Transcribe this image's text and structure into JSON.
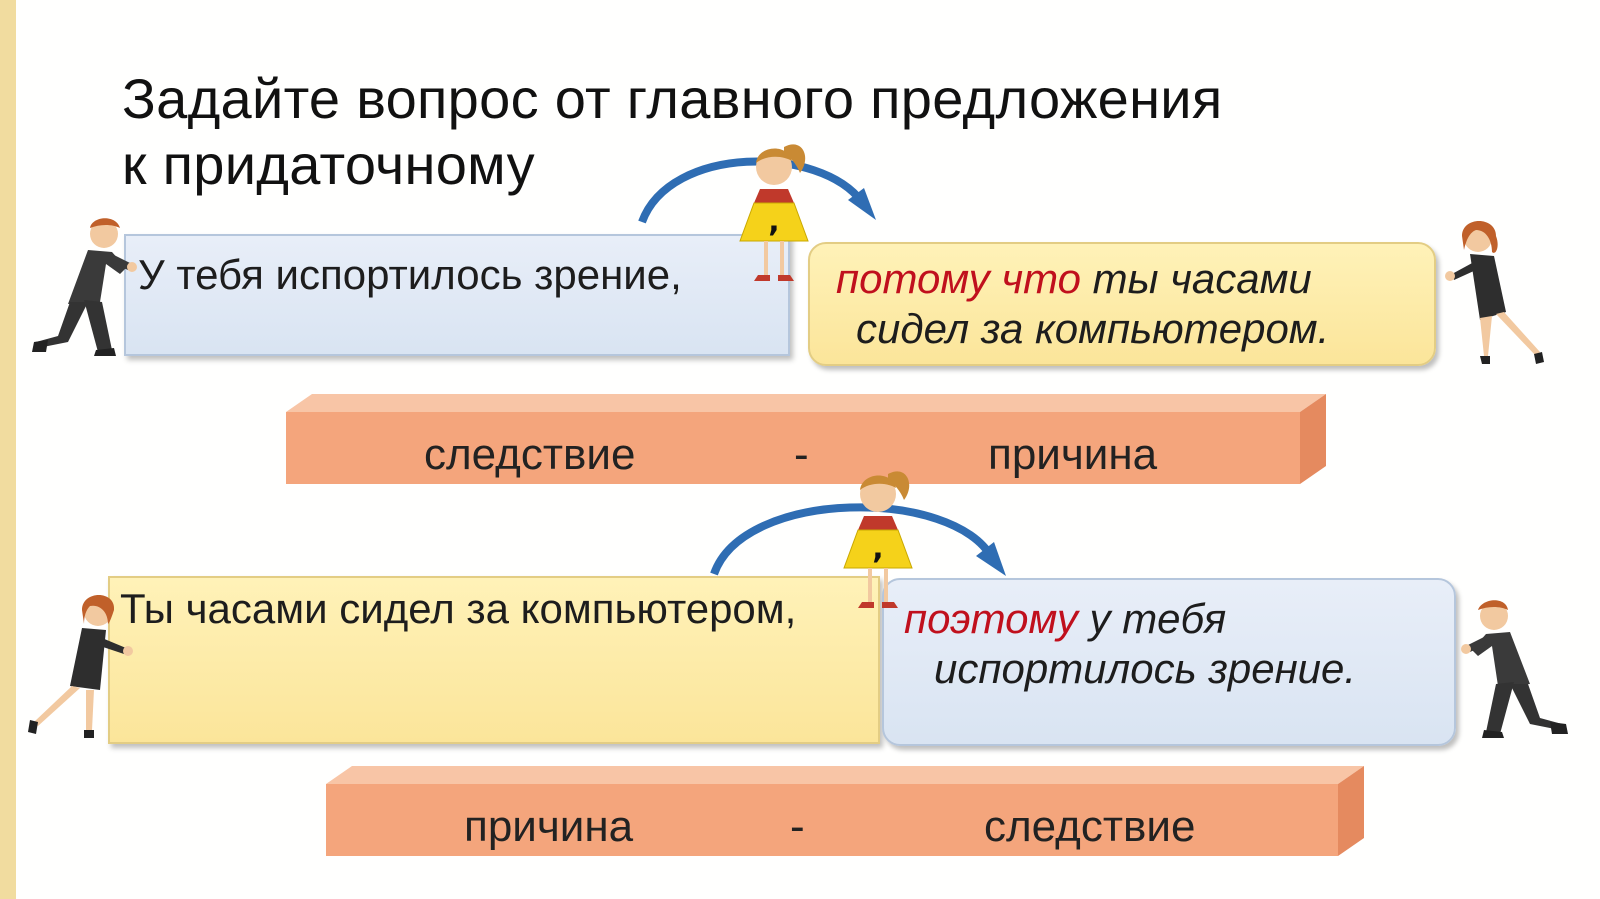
{
  "title": {
    "line1": "Задайте вопрос от главного предложения",
    "line2": "к придаточному"
  },
  "example1": {
    "main_clause": "У тебя испортилось зрение,",
    "conjunction": "потому что",
    "sub_rest_line1": " ты часами",
    "sub_line2": "сидел за компьютером.",
    "plank": {
      "left": "следствие",
      "dash": "-",
      "right": "причина"
    }
  },
  "example2": {
    "main_clause": "Ты часами сидел за компьютером,",
    "conjunction": "поэтому",
    "sub_rest_line1": " у тебя",
    "sub_line2": "испортилось зрение.",
    "plank": {
      "left": "причина",
      "dash": "-",
      "right": "следствие"
    }
  },
  "girl_sign": ",",
  "colors": {
    "conjunction_red": "#c0101d",
    "box_blue": "#dde6f3",
    "box_yellow": "#fde9a3",
    "plank_orange": "#f4a57c",
    "arrow_blue": "#2f6db3",
    "left_bar": "#f1dc9f"
  }
}
